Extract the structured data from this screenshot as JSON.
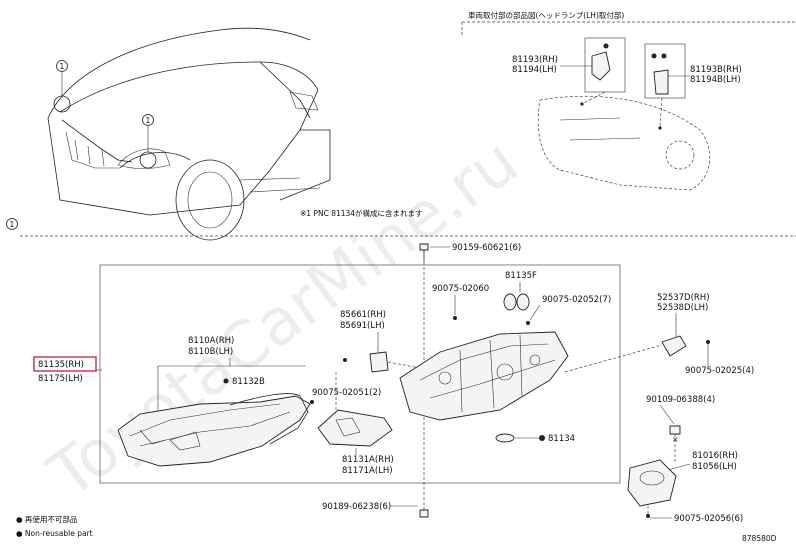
{
  "callout_number": "1",
  "inset_title": "車両取付部の部品図(ヘッドランプ(LH)取付部)",
  "note": "※1 PNC 81134が構成に含まれます",
  "watermark": "ToyotaCarMine.ru",
  "labels": {
    "p81193": "81193(RH)",
    "p81194": "81194(LH)",
    "p81193b": "81193B(RH)",
    "p81194b": "81194B(LH)",
    "p90159": "90159-60621(6)",
    "p81135f": "81135F",
    "p90075_2060": "90075-02060",
    "p90075_2052": "90075-02052(7)",
    "p52537d": "52537D(RH)",
    "p52538d": "52538D(LH)",
    "p85661": "85661(RH)",
    "p85691": "85691(LH)",
    "p8110a": "8110A(RH)",
    "p8110b": "8110B(LH)",
    "p81132b": "81132B",
    "p81135": "81135(RH)",
    "p81175": "81175(LH)",
    "p90075_2051": "90075-02051(2)",
    "p90075_2025": "90075-02025(4)",
    "p90109": "90109-06388(4)",
    "p81134": "81134",
    "p81016": "81016(RH)",
    "p81056": "81056(LH)",
    "p81131a": "81131A(RH)",
    "p81171a": "81171A(LH)",
    "p90189": "90189-06238(6)",
    "p90075_2056": "90075-02056(6)"
  },
  "legend": {
    "jp": "● 再使用不可部品",
    "en": "● Non-reusable part"
  },
  "figure_code": "878580D",
  "highlight_color": "#c0304a"
}
